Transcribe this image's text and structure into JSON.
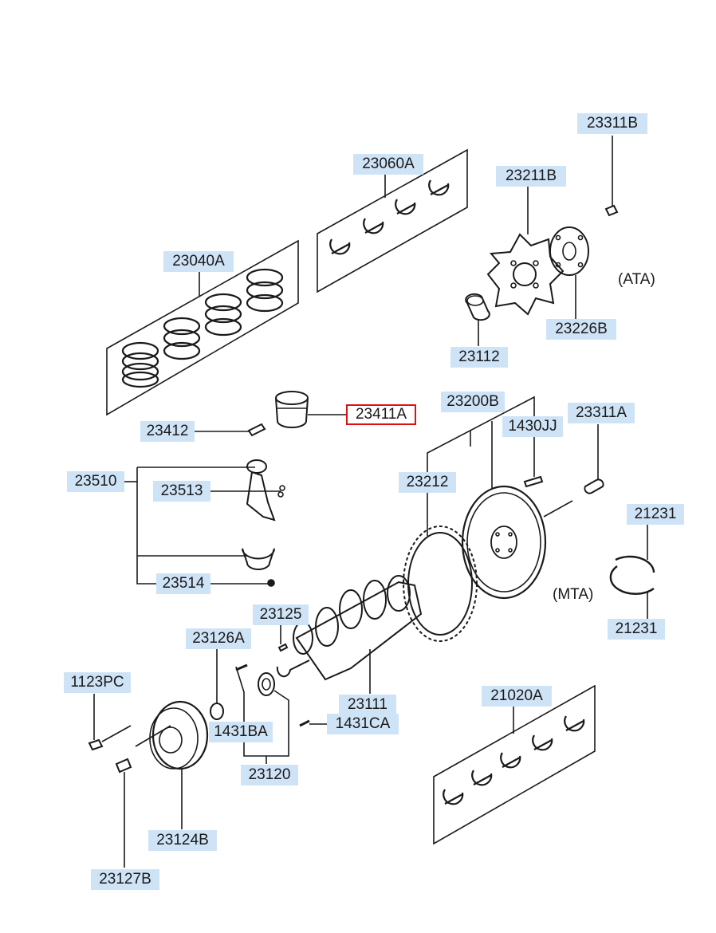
{
  "labels": {
    "p23311B": "23311B",
    "p23060A": "23060A",
    "p23211B": "23211B",
    "p23040A": "23040A",
    "p23226B": "23226B",
    "p23112": "23112",
    "p23200B": "23200B",
    "p23411A": "23411A",
    "p23412": "23412",
    "p1430JJ": "1430JJ",
    "p23311A": "23311A",
    "p23510": "23510",
    "p23513": "23513",
    "p23212": "23212",
    "p21231_top": "21231",
    "p23514": "23514",
    "p21231_bottom": "21231",
    "p23125": "23125",
    "p23126A": "23126A",
    "p1123PC": "1123PC",
    "p23111": "23111",
    "p21020A": "21020A",
    "p1431BA": "1431BA",
    "p1431CA": "1431CA",
    "p23120": "23120",
    "p23124B": "23124B",
    "p23127B": "23127B"
  },
  "notes": {
    "ata": "(ATA)",
    "mta": "(MTA)"
  },
  "selected_part": "23411A",
  "colors": {
    "label_bg": "#cfe3f7",
    "selected_outline": "#e01010",
    "line": "#1a1a1a"
  }
}
